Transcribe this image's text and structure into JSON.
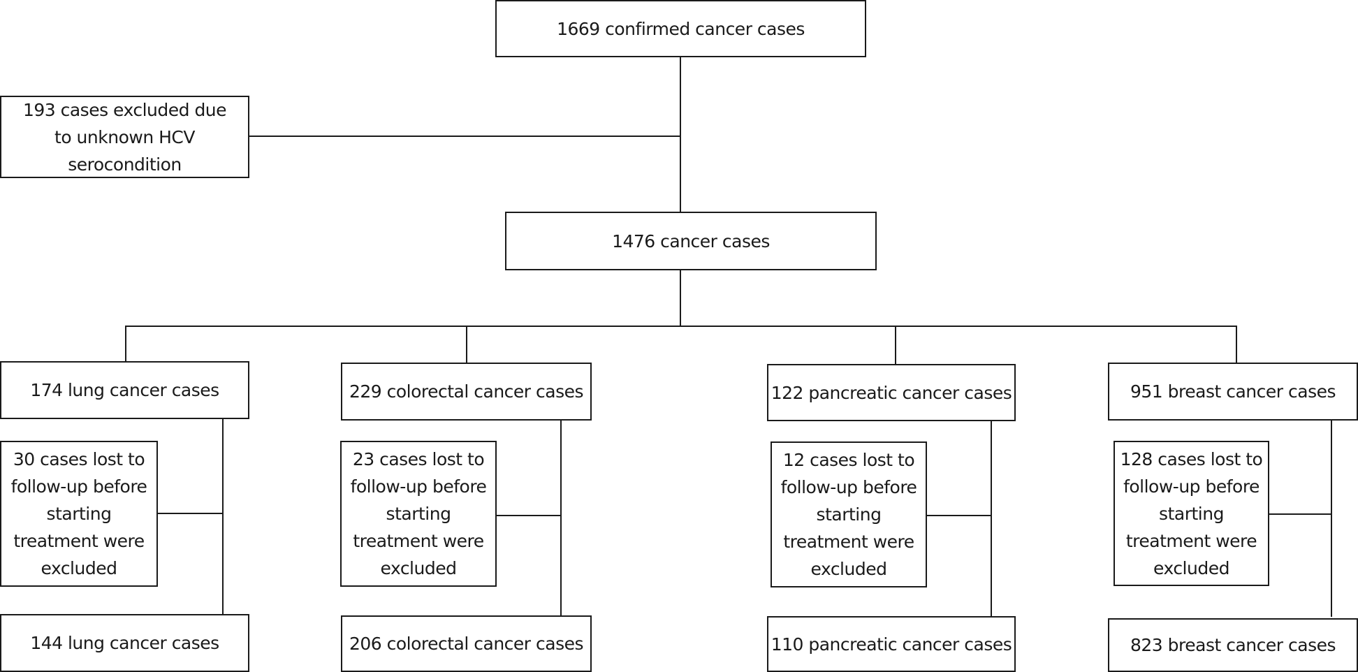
{
  "flowchart": {
    "top": "1669 confirmed cancer cases",
    "excluded_hcv": "193 cases excluded due to unknown HCV serocondition",
    "middle": "1476 cancer cases",
    "branches": [
      {
        "initial": "174 lung cancer cases",
        "lost": "30 cases lost to follow-up before starting treatment were excluded",
        "final": "144 lung cancer cases"
      },
      {
        "initial": "229 colorectal cancer cases",
        "lost": "23 cases lost to follow-up before starting treatment were excluded",
        "final": "206 colorectal cancer cases"
      },
      {
        "initial": "122 pancreatic cancer cases",
        "lost": "12 cases lost to follow-up before starting treatment were excluded",
        "final": "110 pancreatic cancer cases"
      },
      {
        "initial": "951 breast cancer cases",
        "lost": "128 cases lost to follow-up before starting treatment were excluded",
        "final": "823 breast cancer cases"
      }
    ]
  }
}
